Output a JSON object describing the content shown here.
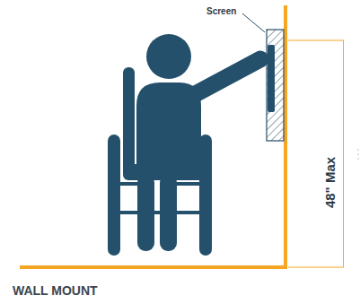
{
  "diagram": {
    "caption": "WALL MOUNT",
    "labels": [
      "Screen",
      "48\" Max"
    ]
  }
}
